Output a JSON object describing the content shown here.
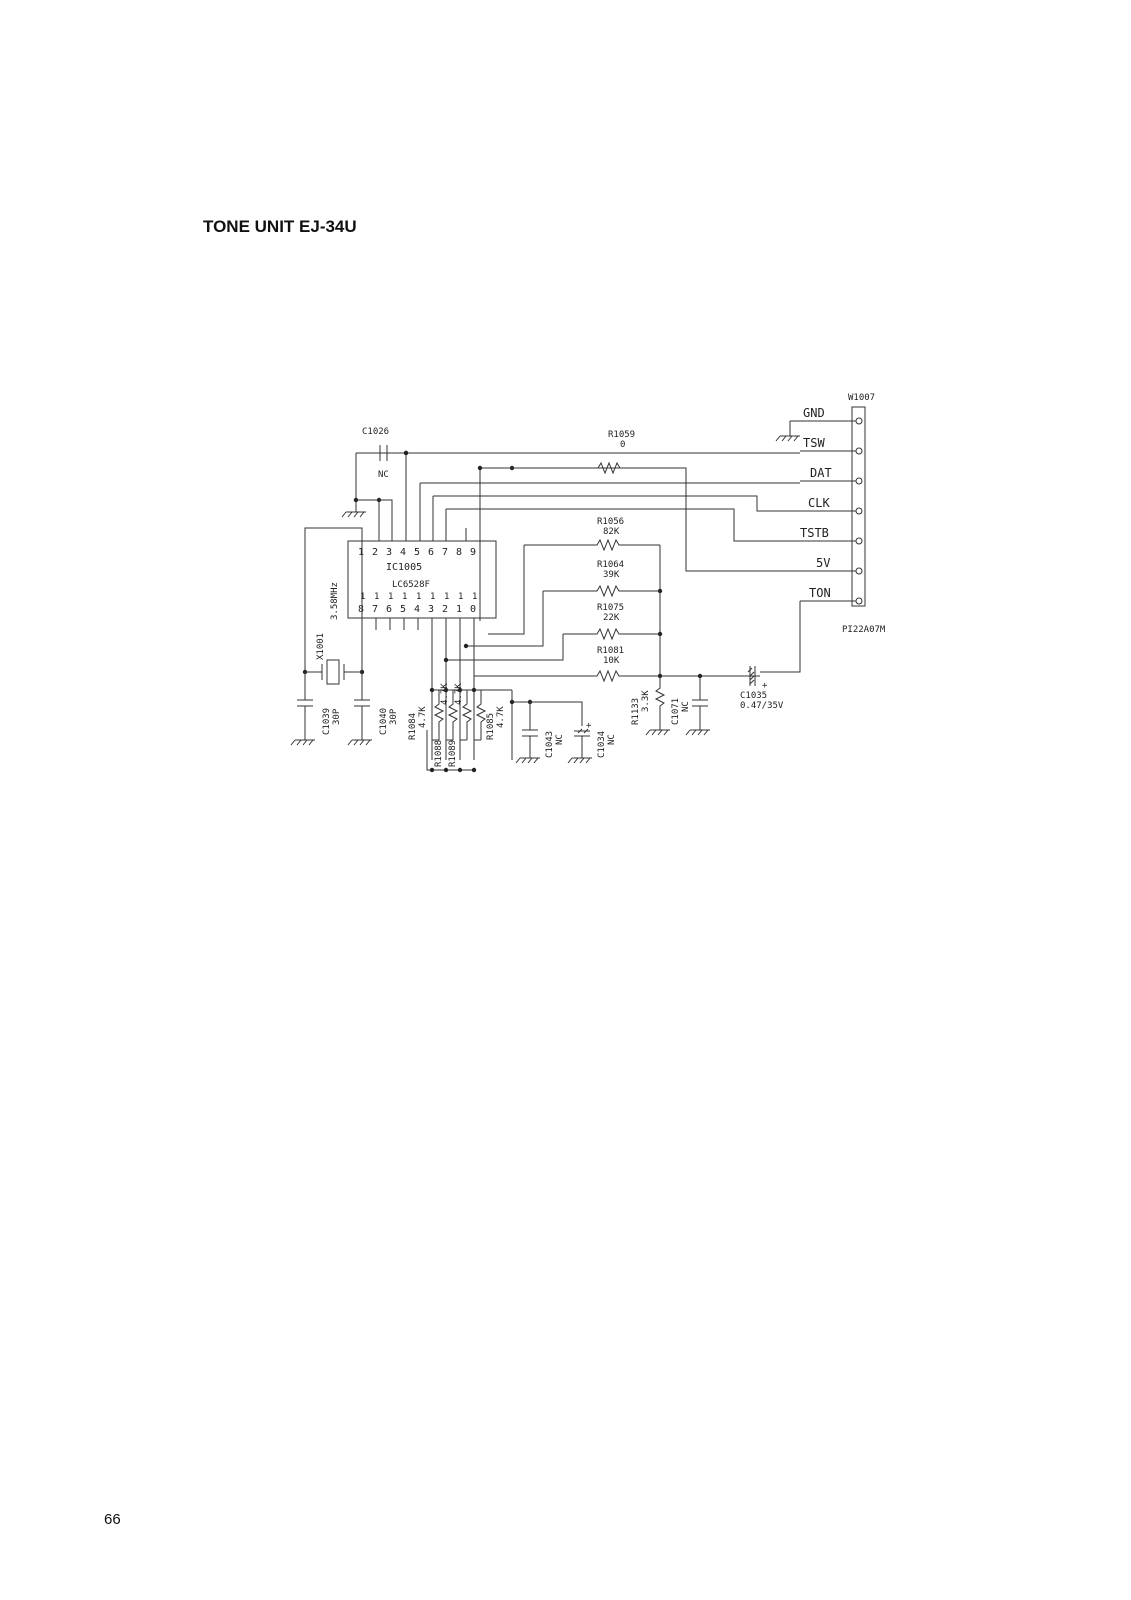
{
  "page": {
    "title": "TONE UNIT EJ-34U",
    "number": "66"
  },
  "schematic": {
    "connector": {
      "ref": "W1007",
      "part": "PI22A07M",
      "pins": [
        "GND",
        "TSW",
        "DAT",
        "CLK",
        "TSTB",
        "5V",
        "TON"
      ]
    },
    "ic": {
      "ref": "IC1005",
      "part": "LC6528F",
      "top_pins": [
        "1",
        "2",
        "3",
        "4",
        "5",
        "6",
        "7",
        "8",
        "9"
      ],
      "bottom_pins_tens": [
        "1",
        "1",
        "1",
        "1",
        "1",
        "1",
        "1",
        "1",
        "1"
      ],
      "bottom_pins_units": [
        "8",
        "7",
        "6",
        "5",
        "4",
        "3",
        "2",
        "1",
        "0"
      ]
    },
    "resistors": [
      {
        "ref": "R1059",
        "value": "0"
      },
      {
        "ref": "R1056",
        "value": "82K"
      },
      {
        "ref": "R1064",
        "value": "39K"
      },
      {
        "ref": "R1075",
        "value": "22K"
      },
      {
        "ref": "R1081",
        "value": "10K"
      },
      {
        "ref": "R1084",
        "value": "4.7K"
      },
      {
        "ref": "R1085",
        "value": "4.7K"
      },
      {
        "ref": "R1088",
        "value": "4.7K"
      },
      {
        "ref": "R1089",
        "value": "4.7K"
      },
      {
        "ref": "R1133",
        "value": "3.3K"
      }
    ],
    "capacitors": [
      {
        "ref": "C1026",
        "value": "NC"
      },
      {
        "ref": "C1039",
        "value": "30P"
      },
      {
        "ref": "C1040",
        "value": "30P"
      },
      {
        "ref": "C1043",
        "value": "NC"
      },
      {
        "ref": "C1034",
        "value": "NC"
      },
      {
        "ref": "C1071",
        "value": "NC"
      },
      {
        "ref": "C1035",
        "value": "0.47/35V"
      }
    ],
    "crystal": {
      "ref": "X1001",
      "value": "3.58MHz"
    },
    "polarity_mark": "+"
  },
  "colors": {
    "ink": "#222222",
    "paper": "#ffffff"
  }
}
